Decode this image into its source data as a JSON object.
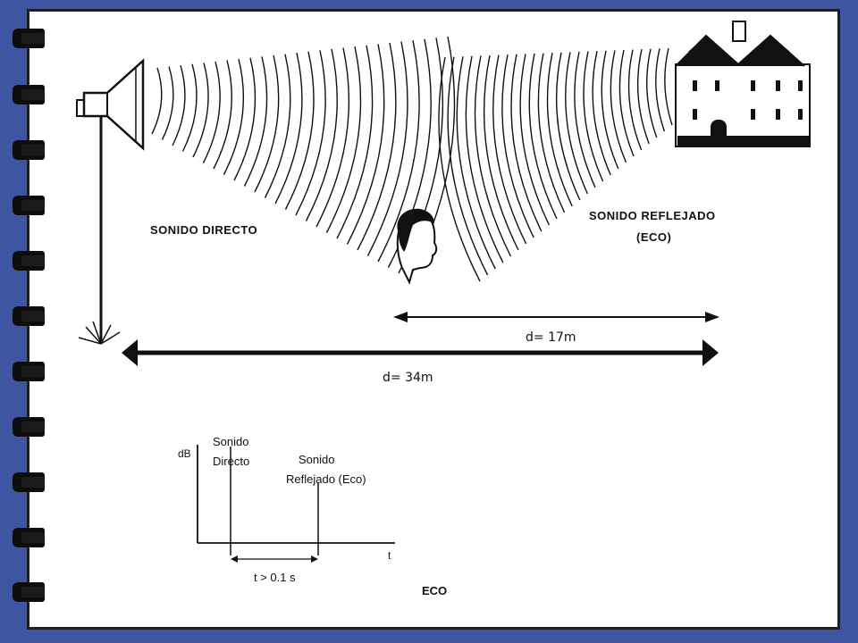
{
  "diagram": {
    "direct_sound_label": "SONIDO DIRECTO",
    "reflected_sound_label": "SONIDO REFLEJADO",
    "reflected_sound_sub": "(ECO)",
    "distance_short": "d= 17m",
    "distance_long": "d= 34m"
  },
  "graph": {
    "y_axis_label": "dB",
    "x_axis_label": "t",
    "direct_label_line1": "Sonido",
    "direct_label_line2": "Directo",
    "reflected_label_line1": "Sonido",
    "reflected_label_line2": "Reflejado (Eco)",
    "interval_label": "t > 0.1 s",
    "caption": "ECO"
  },
  "colors": {
    "frame_blue": "#3e55a2",
    "ink": "#111111",
    "rings": "#0d0d0d"
  },
  "icons": [
    "loudspeaker-icon",
    "house-icon",
    "head-icon",
    "spiral-binding-rings"
  ]
}
